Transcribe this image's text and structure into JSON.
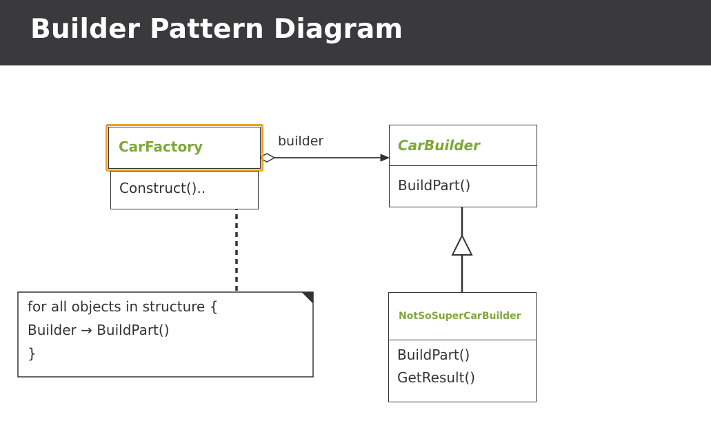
{
  "header": {
    "title": "Builder Pattern Diagram"
  },
  "diagram": {
    "director": {
      "name": "CarFactory",
      "method": "Construct().."
    },
    "builder": {
      "name": "CarBuilder",
      "method": "BuildPart()"
    },
    "concrete_builder": {
      "name": "NotSoSuperCarBuilder",
      "methods": [
        "BuildPart()",
        "GetResult()"
      ]
    },
    "association_label": "builder",
    "note": {
      "lines": [
        "for all objects in structure {",
        "Builder → BuildPart()",
        "}"
      ]
    }
  },
  "colors": {
    "header_bg": "#3a3a3d",
    "class_name": "#7fa83a",
    "selection_outline": "#f0a020",
    "line": "#333333"
  }
}
